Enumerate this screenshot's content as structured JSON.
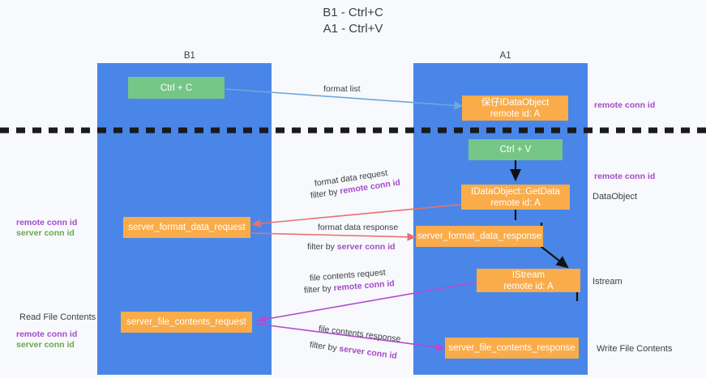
{
  "title": {
    "line1": "B1 - Ctrl+C",
    "line2": "A1 - Ctrl+V"
  },
  "columns": [
    {
      "name": "B1",
      "role": "connection"
    },
    {
      "name": "A1",
      "role": "remote"
    }
  ],
  "boxes": {
    "ctrl_c": "Ctrl + C",
    "ctrl_v": "Ctrl + V",
    "save_dataobject_title": "保仔IDataObject",
    "save_dataobject_sub": "remote id: A",
    "getdata_title": "IDataObject::GetData",
    "getdata_sub": "remote id: A",
    "istream_title": "IStream",
    "istream_sub": "remote id: A",
    "server_format_data_request": "server_format_data_request",
    "server_format_data_response": "server_format_data_response",
    "server_file_contents_request": "server_file_contents_request",
    "server_file_contents_response": "server_file_contents_response"
  },
  "edges": {
    "format_list": "format list",
    "format_data_request": "format data request",
    "format_data_request_filter_prefix": "filter by ",
    "format_data_request_filter_key": "remote conn id",
    "format_data_response": "format data response",
    "format_data_response_filter_prefix": "filter by ",
    "format_data_response_filter_key": "server conn id",
    "file_contents_request": "file contents request",
    "file_contents_request_filter_prefix": "filter by ",
    "file_contents_request_filter_key": "remote conn id",
    "file_contents_response": "file contents response",
    "file_contents_response_filter_prefix": "filter by ",
    "file_contents_response_filter_key": "server conn id"
  },
  "right_labels": {
    "remote_conn_id_top": "remote conn id",
    "remote_conn_id_mid": "remote conn id",
    "dataobject": "DataObject",
    "istream": "Istream",
    "write_file_contents": "Write File Contents"
  },
  "left_labels": {
    "remote_conn_id_1": "remote conn id",
    "server_conn_id_1": "server conn id",
    "read_file_contents": "Read File Contents",
    "remote_conn_id_2": "remote conn id",
    "server_conn_id_2": "server conn id"
  },
  "colors": {
    "lane": "#4a86e8",
    "box_green": "#76c687",
    "box_orange": "#f9ac49",
    "arrow_blue": "#6fa8dc",
    "arrow_red": "#e8726b",
    "arrow_purple": "#b44bd0",
    "arrow_black": "#000000",
    "accent_purple": "#a64ac9",
    "accent_green": "#6aa84f",
    "divider": "#1a1a1a"
  }
}
